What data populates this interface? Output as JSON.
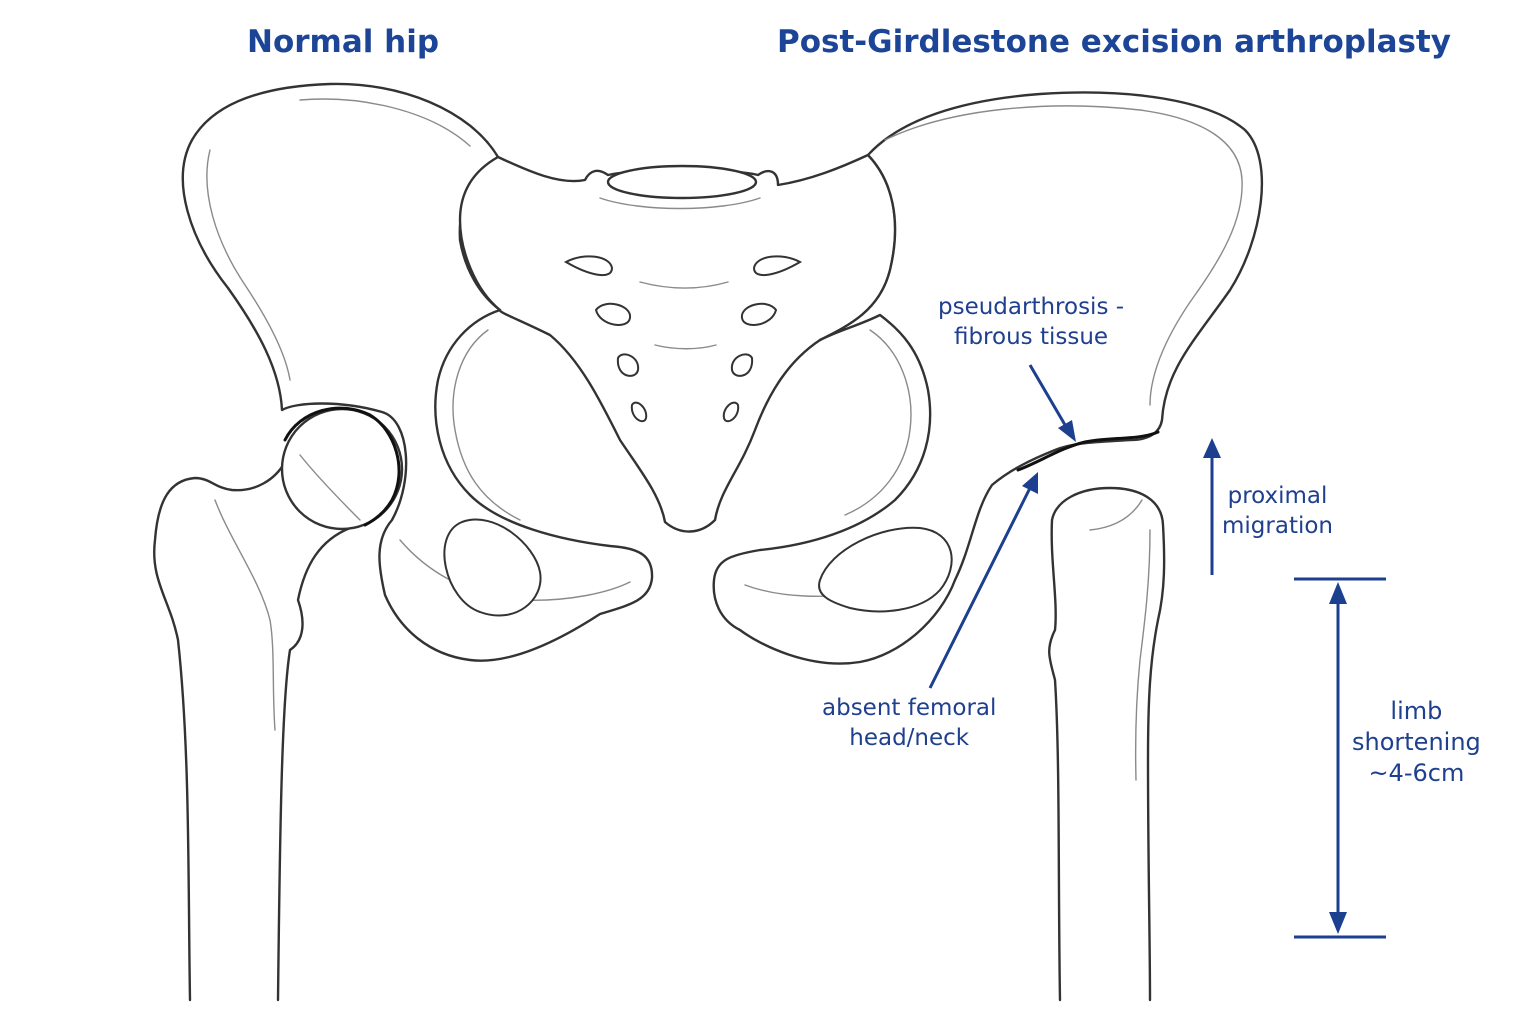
{
  "titles": {
    "left": "Normal hip",
    "right": "Post-Girdlestone excision arthroplasty"
  },
  "annotations": {
    "pseudarthrosis": [
      "pseudarthrosis -",
      "fibrous tissue"
    ],
    "absent_head": [
      "absent femoral",
      "head/neck"
    ],
    "proximal_migration": [
      "proximal",
      "migration"
    ],
    "limb_shortening": [
      "limb",
      "shortening",
      "~4-6cm"
    ]
  },
  "colors": {
    "annotation": "#1c3f8f",
    "outline": "#333333",
    "background": "#ffffff"
  }
}
